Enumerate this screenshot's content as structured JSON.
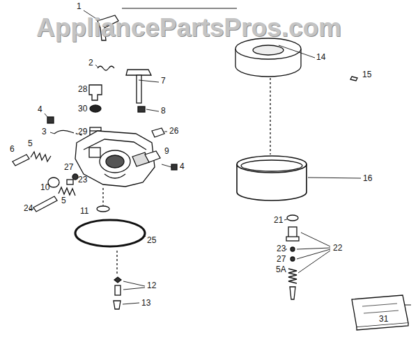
{
  "diagram": {
    "labels": [
      "AppliancePartsPros.com",
      "1",
      "2",
      "28",
      "30",
      "29",
      "7",
      "8",
      "4",
      "3",
      "26",
      "6",
      "5",
      "27",
      "10",
      "23",
      "5",
      "24",
      "9",
      "4",
      "11",
      "25",
      "12",
      "13",
      "14",
      "15",
      "16",
      "21",
      "22",
      "23",
      "27",
      "5A",
      "31"
    ]
  }
}
